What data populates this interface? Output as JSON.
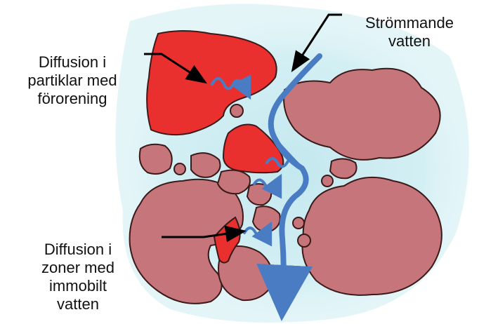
{
  "labels": {
    "flow": [
      "Strömmande",
      "vatten"
    ],
    "diffusion_particles": [
      "Diffusion i",
      "partiklar med",
      "förorening"
    ],
    "diffusion_zones": [
      "Diffusion i",
      "zoner med",
      "immobilt",
      "vatten"
    ]
  },
  "colors": {
    "water_glow": "#bfe7ee",
    "grain_fill": "#c6757a",
    "contaminated_fill": "#ea2f2f",
    "flow_arrow": "#4a7cc4",
    "outline": "#3a1a1a",
    "pointer": "#000000"
  }
}
